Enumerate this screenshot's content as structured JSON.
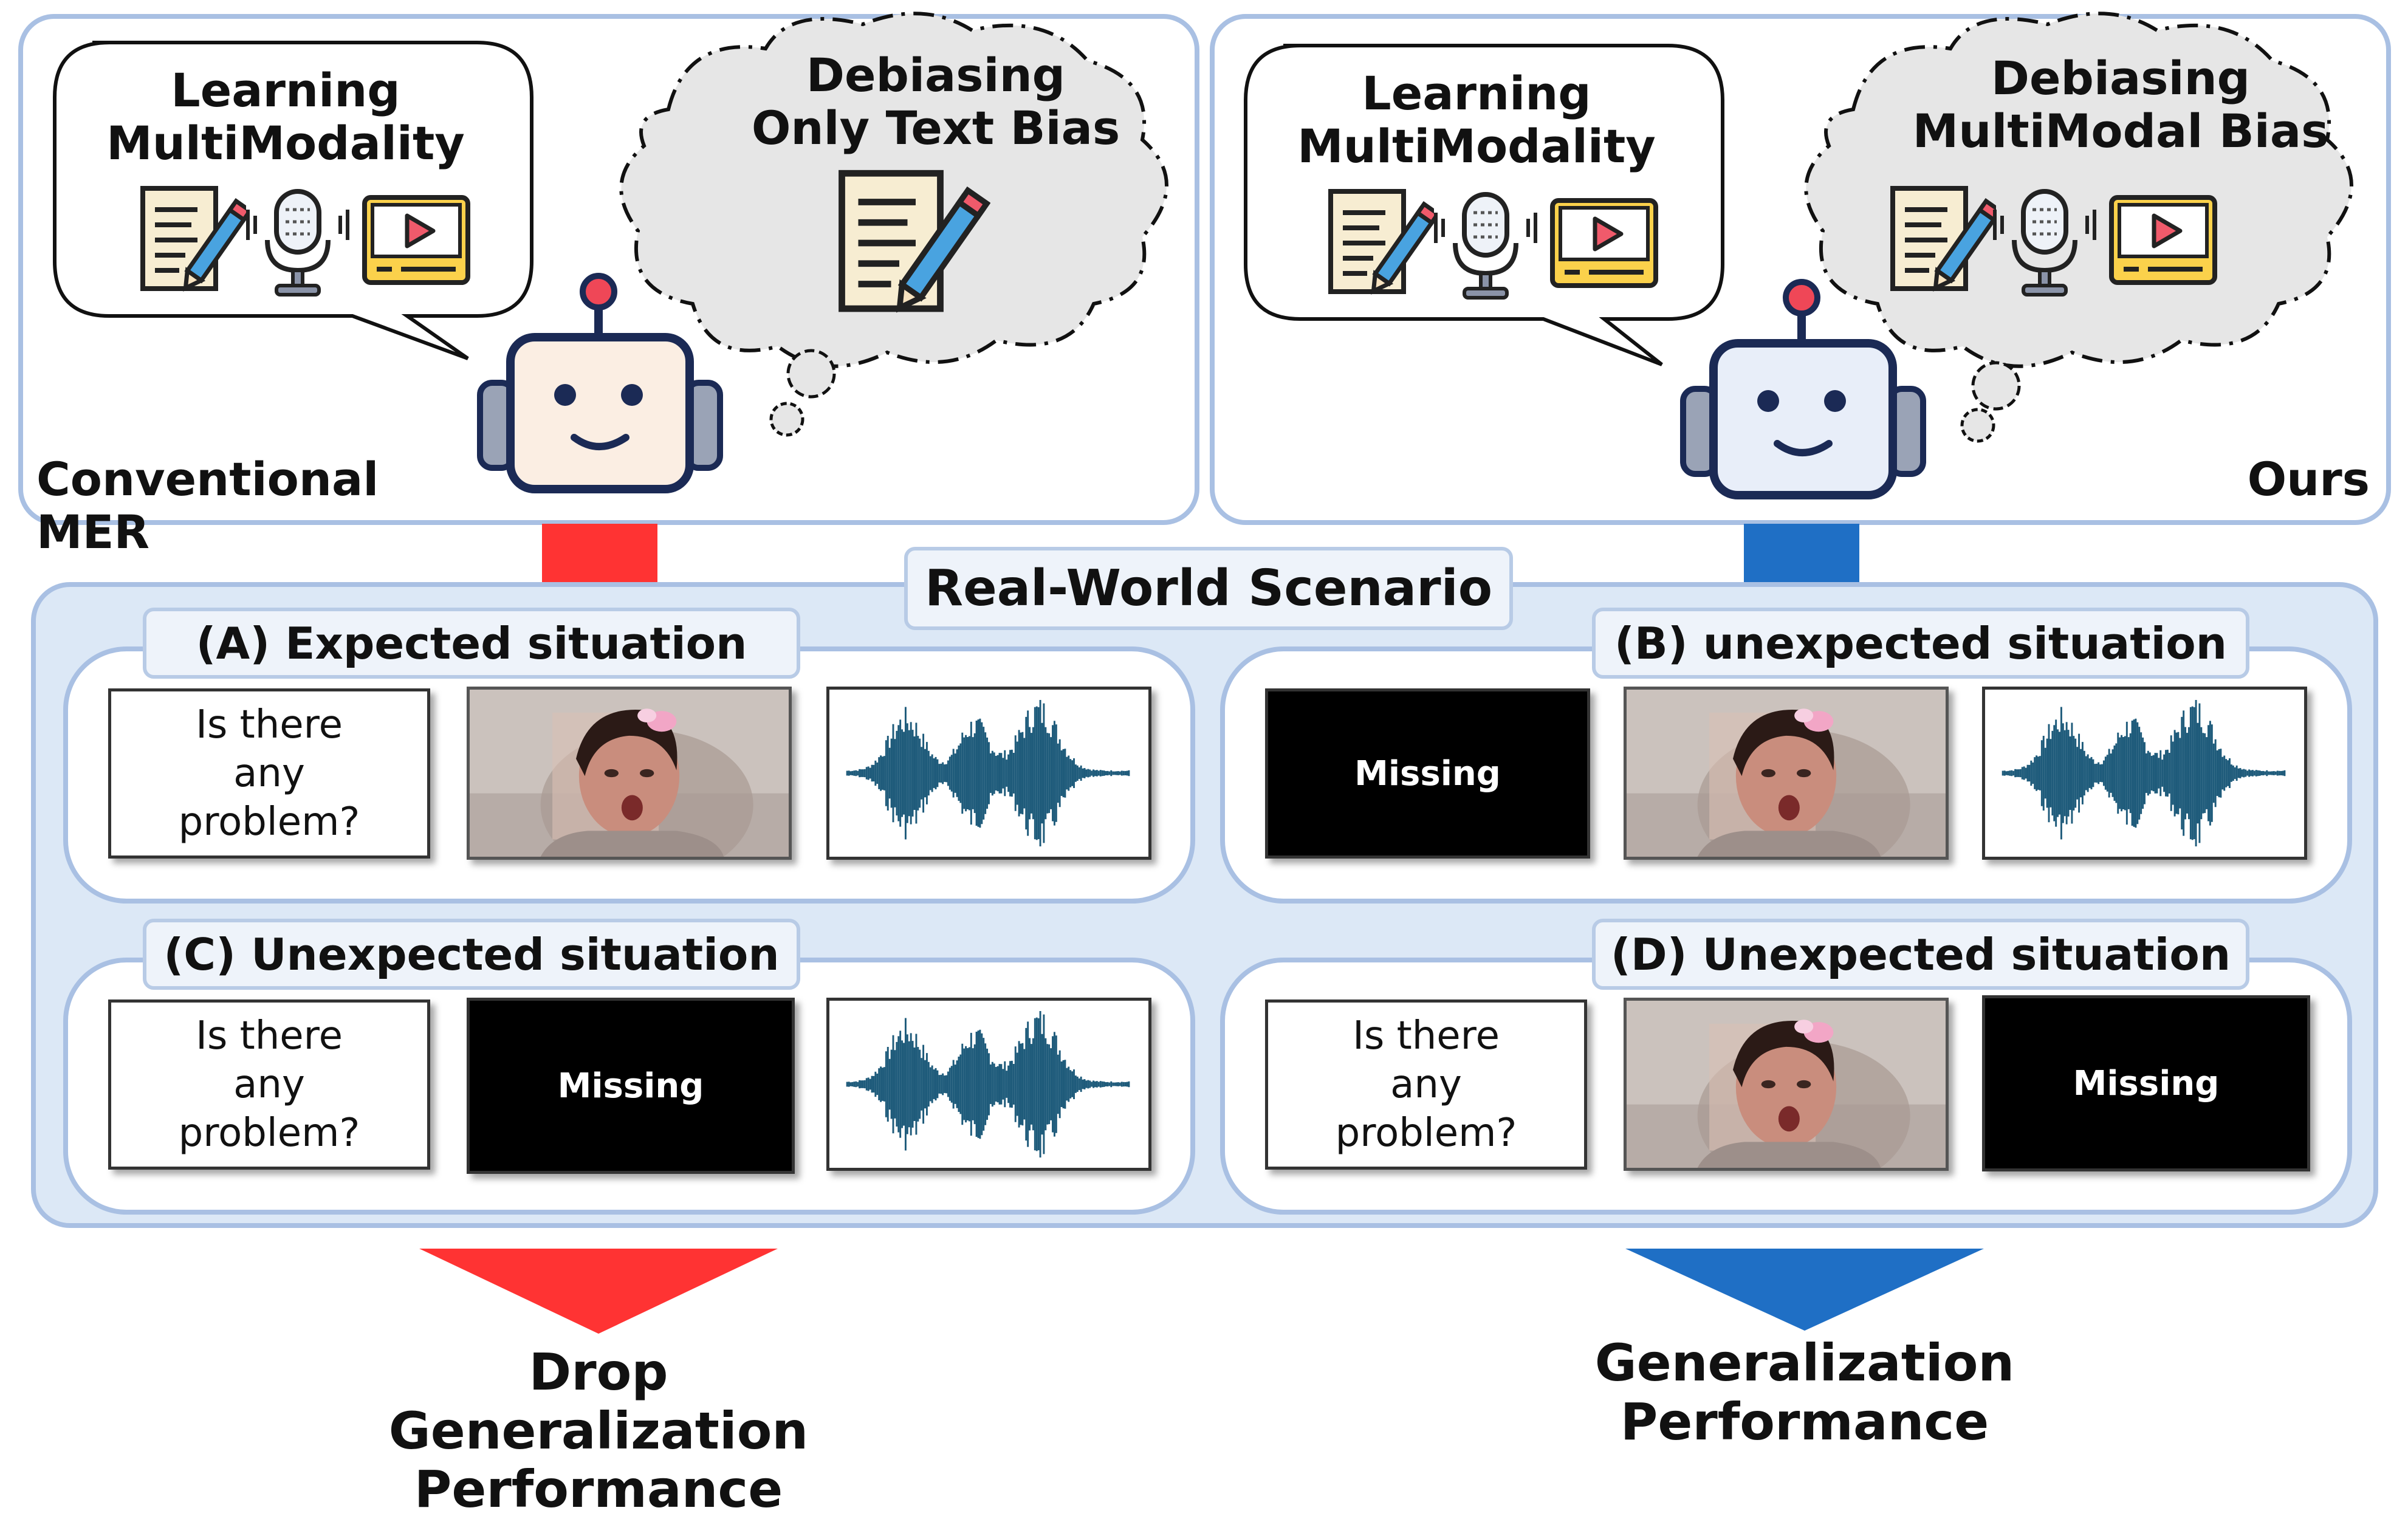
{
  "top_left": {
    "speech_text": "Learning\nMultiModality",
    "thought_text": "Debiasing\nOnly Text Bias",
    "label": "Conventional MER"
  },
  "top_right": {
    "speech_text": "Learning\nMultiModality",
    "thought_text": "Debiasing\nMultiModal Bias",
    "label": "Ours"
  },
  "scenario_title": "Real-World Scenario",
  "panels": {
    "A": {
      "title": "(A) Expected situation",
      "text_card": "Is there\nany\nproblem?"
    },
    "B": {
      "title": "(B) unexpected situation",
      "missing_label": "Missing"
    },
    "C": {
      "title": "(C) Unexpected situation",
      "text_card": "Is there\nany\nproblem?",
      "missing_label": "Missing"
    },
    "D": {
      "title": "(D) Unexpected situation",
      "text_card": "Is there\nany\nproblem?",
      "missing_label": "Missing"
    }
  },
  "outcomes": {
    "left": "Drop Generalization\nPerformance",
    "right": "Generalization\nPerformance"
  },
  "colors": {
    "red_arrow": "#ff3333",
    "blue_arrow": "#1f6fc5",
    "panel_border": "#a9c0e3",
    "scenario_fill": "#dce8f6"
  }
}
